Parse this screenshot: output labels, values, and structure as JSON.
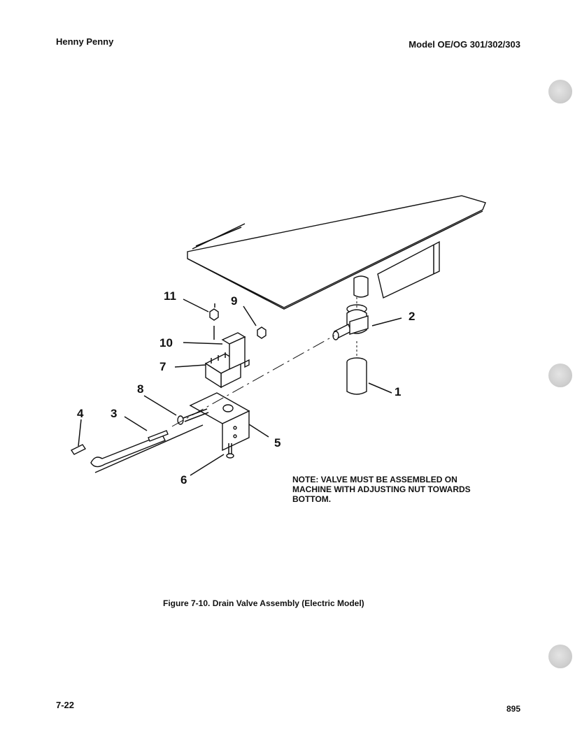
{
  "header": {
    "brand": "Henny Penny",
    "model": "Model OE/OG 301/302/303"
  },
  "figure": {
    "callouts": [
      "1",
      "2",
      "3",
      "4",
      "5",
      "6",
      "7",
      "8",
      "9",
      "10",
      "11"
    ],
    "note": "NOTE: VALVE MUST BE ASSEMBLED ON\nMACHINE WITH ADJUSTING NUT TOWARDS\nBOTTOM.",
    "caption": "Figure 7-10. Drain Valve Assembly (Electric Model)"
  },
  "footer": {
    "page_number": "7-22",
    "doc_number": "895"
  }
}
